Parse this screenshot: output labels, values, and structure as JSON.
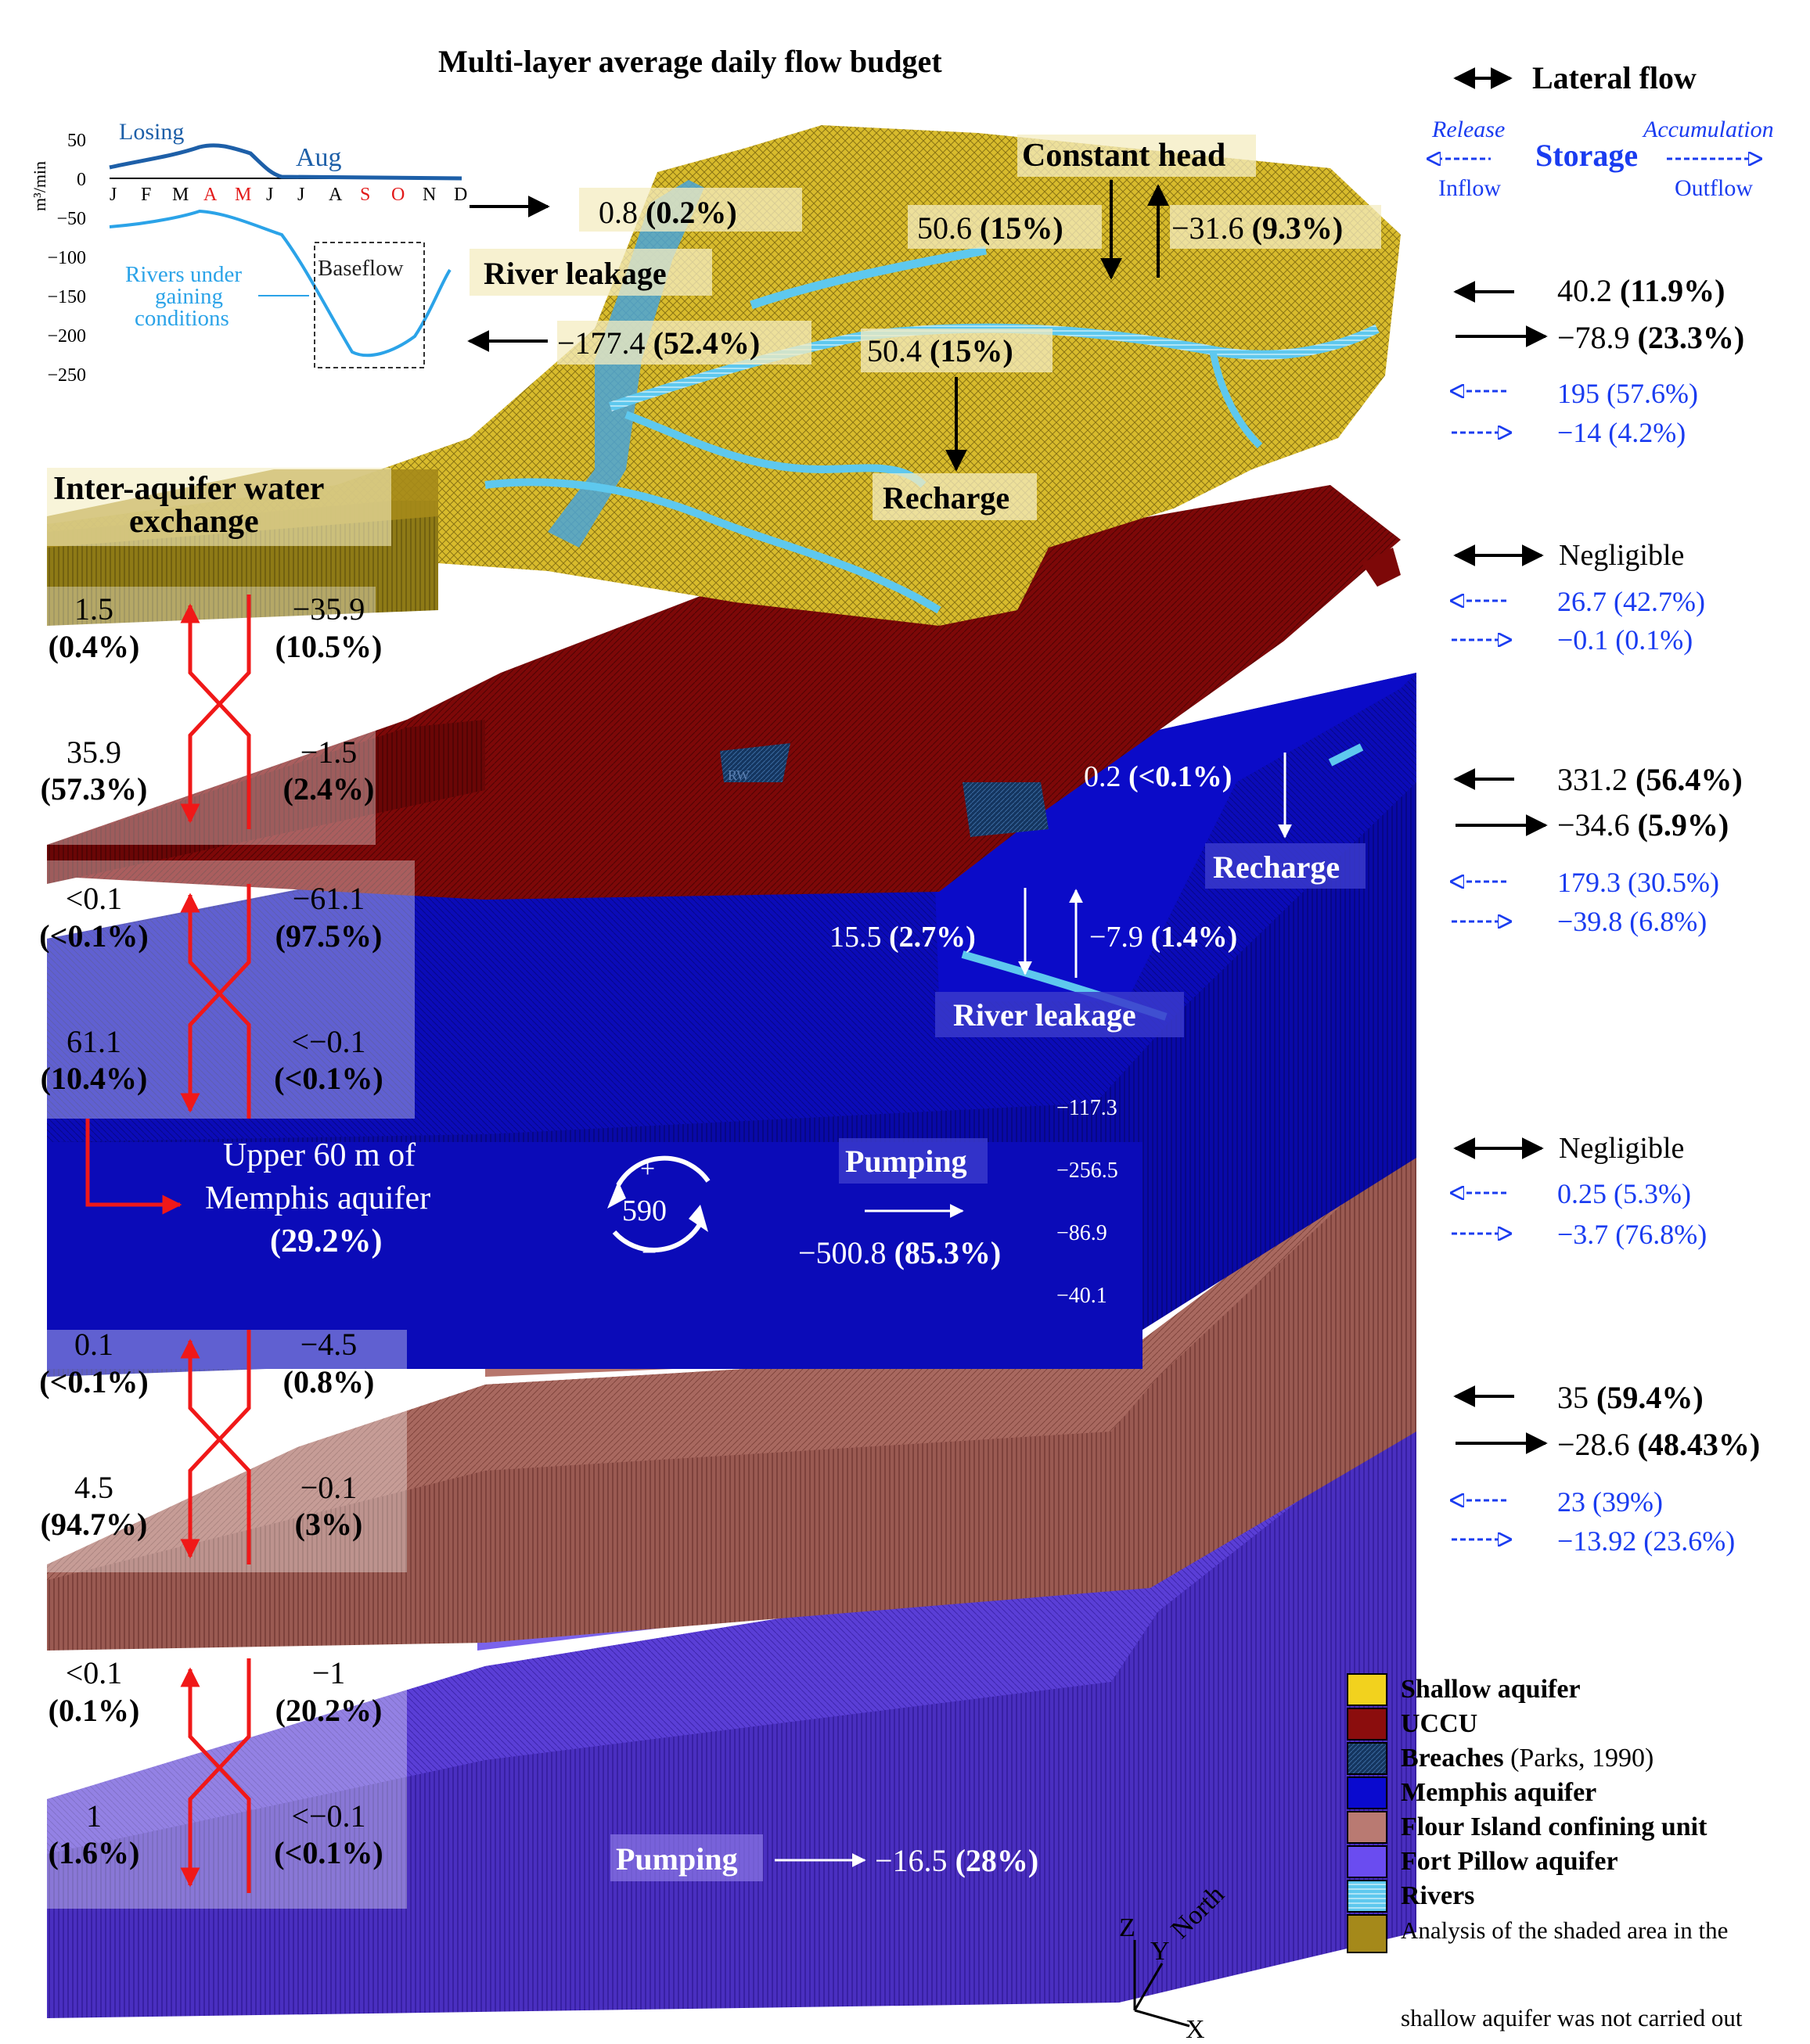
{
  "title": "Multi-layer average daily flow budget",
  "inset": {
    "y_unit": "m³/min",
    "y_ticks": [
      "50",
      "0",
      "−50",
      "−100",
      "−150",
      "−200",
      "−250"
    ],
    "months": [
      "J",
      "F",
      "M",
      "A",
      "M",
      "J",
      "J",
      "A",
      "S",
      "O",
      "N",
      "D"
    ],
    "losing_label": "Losing",
    "aug_label": "Aug",
    "baseflow_label": "Baseflow",
    "gaining_label_1": "Rivers under",
    "gaining_label_2": "gaining",
    "gaining_label_3": "conditions"
  },
  "legend_top": {
    "lateral_flow": "Lateral flow",
    "release": "Release",
    "storage": "Storage",
    "accumulation": "Accumulation",
    "inflow": "Inflow",
    "outflow": "Outflow"
  },
  "shallow": {
    "river_leakage_label": "River leakage",
    "river_in_val": "0.8",
    "river_in_pct": "(0.2%)",
    "river_out_val": "−177.4",
    "river_out_pct": "(52.4%)",
    "constant_head_label": "Constant head",
    "ch_in_val": "50.6",
    "ch_in_pct": "(15%)",
    "ch_out_val": "−31.6",
    "ch_out_pct": "(9.3%)",
    "recharge_val": "50.4",
    "recharge_pct": "(15%)",
    "recharge_label": "Recharge",
    "lat_in_val": "40.2",
    "lat_in_pct": "(11.9%)",
    "lat_out_val": "−78.9",
    "lat_out_pct": "(23.3%)",
    "st_in": "195 (57.6%)",
    "st_out": "−14 (4.2%)"
  },
  "inter_aquifer_label_1": "Inter-aquifer water",
  "inter_aquifer_label_2": "exchange",
  "exchanges": [
    {
      "l_top": "1.5",
      "l_top_p": "(0.4%)",
      "r_top": "−35.9",
      "r_top_p": "(10.5%)",
      "l_bot": "35.9",
      "l_bot_p": "(57.3%)",
      "r_bot": "−1.5",
      "r_bot_p": "(2.4%)"
    },
    {
      "l_top": "<0.1",
      "l_top_p": "(<0.1%)",
      "r_top": "−61.1",
      "r_top_p": "(97.5%)",
      "l_bot": "61.1",
      "l_bot_p": "(10.4%)",
      "r_bot": "<−0.1",
      "r_bot_p": "(<0.1%)"
    },
    {
      "l_top": "0.1",
      "l_top_p": "(<0.1%)",
      "r_top": "−4.5",
      "r_top_p": "(0.8%)",
      "l_bot": "4.5",
      "l_bot_p": "(94.7%)",
      "r_bot": "−0.1",
      "r_bot_p": "(3%)"
    },
    {
      "l_top": "<0.1",
      "l_top_p": "(0.1%)",
      "r_top": "−1",
      "r_top_p": "(20.2%)",
      "l_bot": "1",
      "l_bot_p": "(1.6%)",
      "r_bot": "<−0.1",
      "r_bot_p": "(<0.1%)"
    }
  ],
  "uccu": {
    "lateral": "Negligible",
    "st_in": "26.7 (42.7%)",
    "st_out": "−0.1 (0.1%)"
  },
  "memphis": {
    "recharge_val": "0.2",
    "recharge_pct": "(<0.1%)",
    "recharge_label": "Recharge",
    "rl_in_val": "15.5",
    "rl_in_pct": "(2.7%)",
    "rl_out_val": "−7.9",
    "rl_out_pct": "(1.4%)",
    "river_leakage_label": "River leakage",
    "well_values": [
      "−117.3",
      "−256.5",
      "−86.9",
      "−40.1"
    ],
    "pumping_label": "Pumping",
    "pumping_val": "−500.8",
    "pumping_pct": "(85.3%)",
    "cycle_value": "590",
    "upper_1": "Upper 60 m of",
    "upper_2": "Memphis aquifer",
    "upper_3": "(29.2%)",
    "lat_in_val": "331.2",
    "lat_in_pct": "(56.4%)",
    "lat_out_val": "−34.6",
    "lat_out_pct": "(5.9%)",
    "st_in": "179.3 (30.5%)",
    "st_out": "−39.8 (6.8%)",
    "breach_mark": "RW"
  },
  "flour": {
    "lateral": "Negligible",
    "st_in": "0.25 (5.3%)",
    "st_out": "−3.7 (76.8%)"
  },
  "fortpillow": {
    "lat_in_val": "35",
    "lat_in_pct": "(59.4%)",
    "lat_out_val": "−28.6",
    "lat_out_pct": "(48.43%)",
    "st_in": "23 (39%)",
    "st_out": "−13.92 (23.6%)",
    "pumping_label": "Pumping",
    "pumping_val": "−16.5",
    "pumping_pct": "(28%)"
  },
  "axes": {
    "z": "Z",
    "y": "Y",
    "north": "North",
    "x": "X"
  },
  "legend": [
    {
      "color": "#f2d21e",
      "label": "Shallow aquifer",
      "note": ""
    },
    {
      "color": "#8b0d0d",
      "label": "UCCU",
      "note": ""
    },
    {
      "color": "#14355f",
      "label": "Breaches",
      "note": " (Parks, 1990)"
    },
    {
      "color": "#0a0acf",
      "label": "Memphis aquifer",
      "note": ""
    },
    {
      "color": "#b97a72",
      "label": "Flour Island confining unit",
      "note": ""
    },
    {
      "color": "#6a4cf0",
      "label": "Fort Pillow aquifer",
      "note": ""
    },
    {
      "color": "#5ec8ee",
      "label": "Rivers",
      "note": ""
    },
    {
      "color": "#a5891a",
      "label": "Analysis of the shaded area in the",
      "note": ""
    }
  ],
  "legend_last_line": "shallow aquifer was not carried out",
  "colors": {
    "shallow": "#d8bb2c",
    "uccu": "#7d0808",
    "memphis": "#0b0bb8",
    "flour": "#a8685f",
    "fortpillow": "#5a3ed6",
    "river": "#45c3ee",
    "arrow_red": "#f01818",
    "storage_blue": "#1a3cf0"
  }
}
